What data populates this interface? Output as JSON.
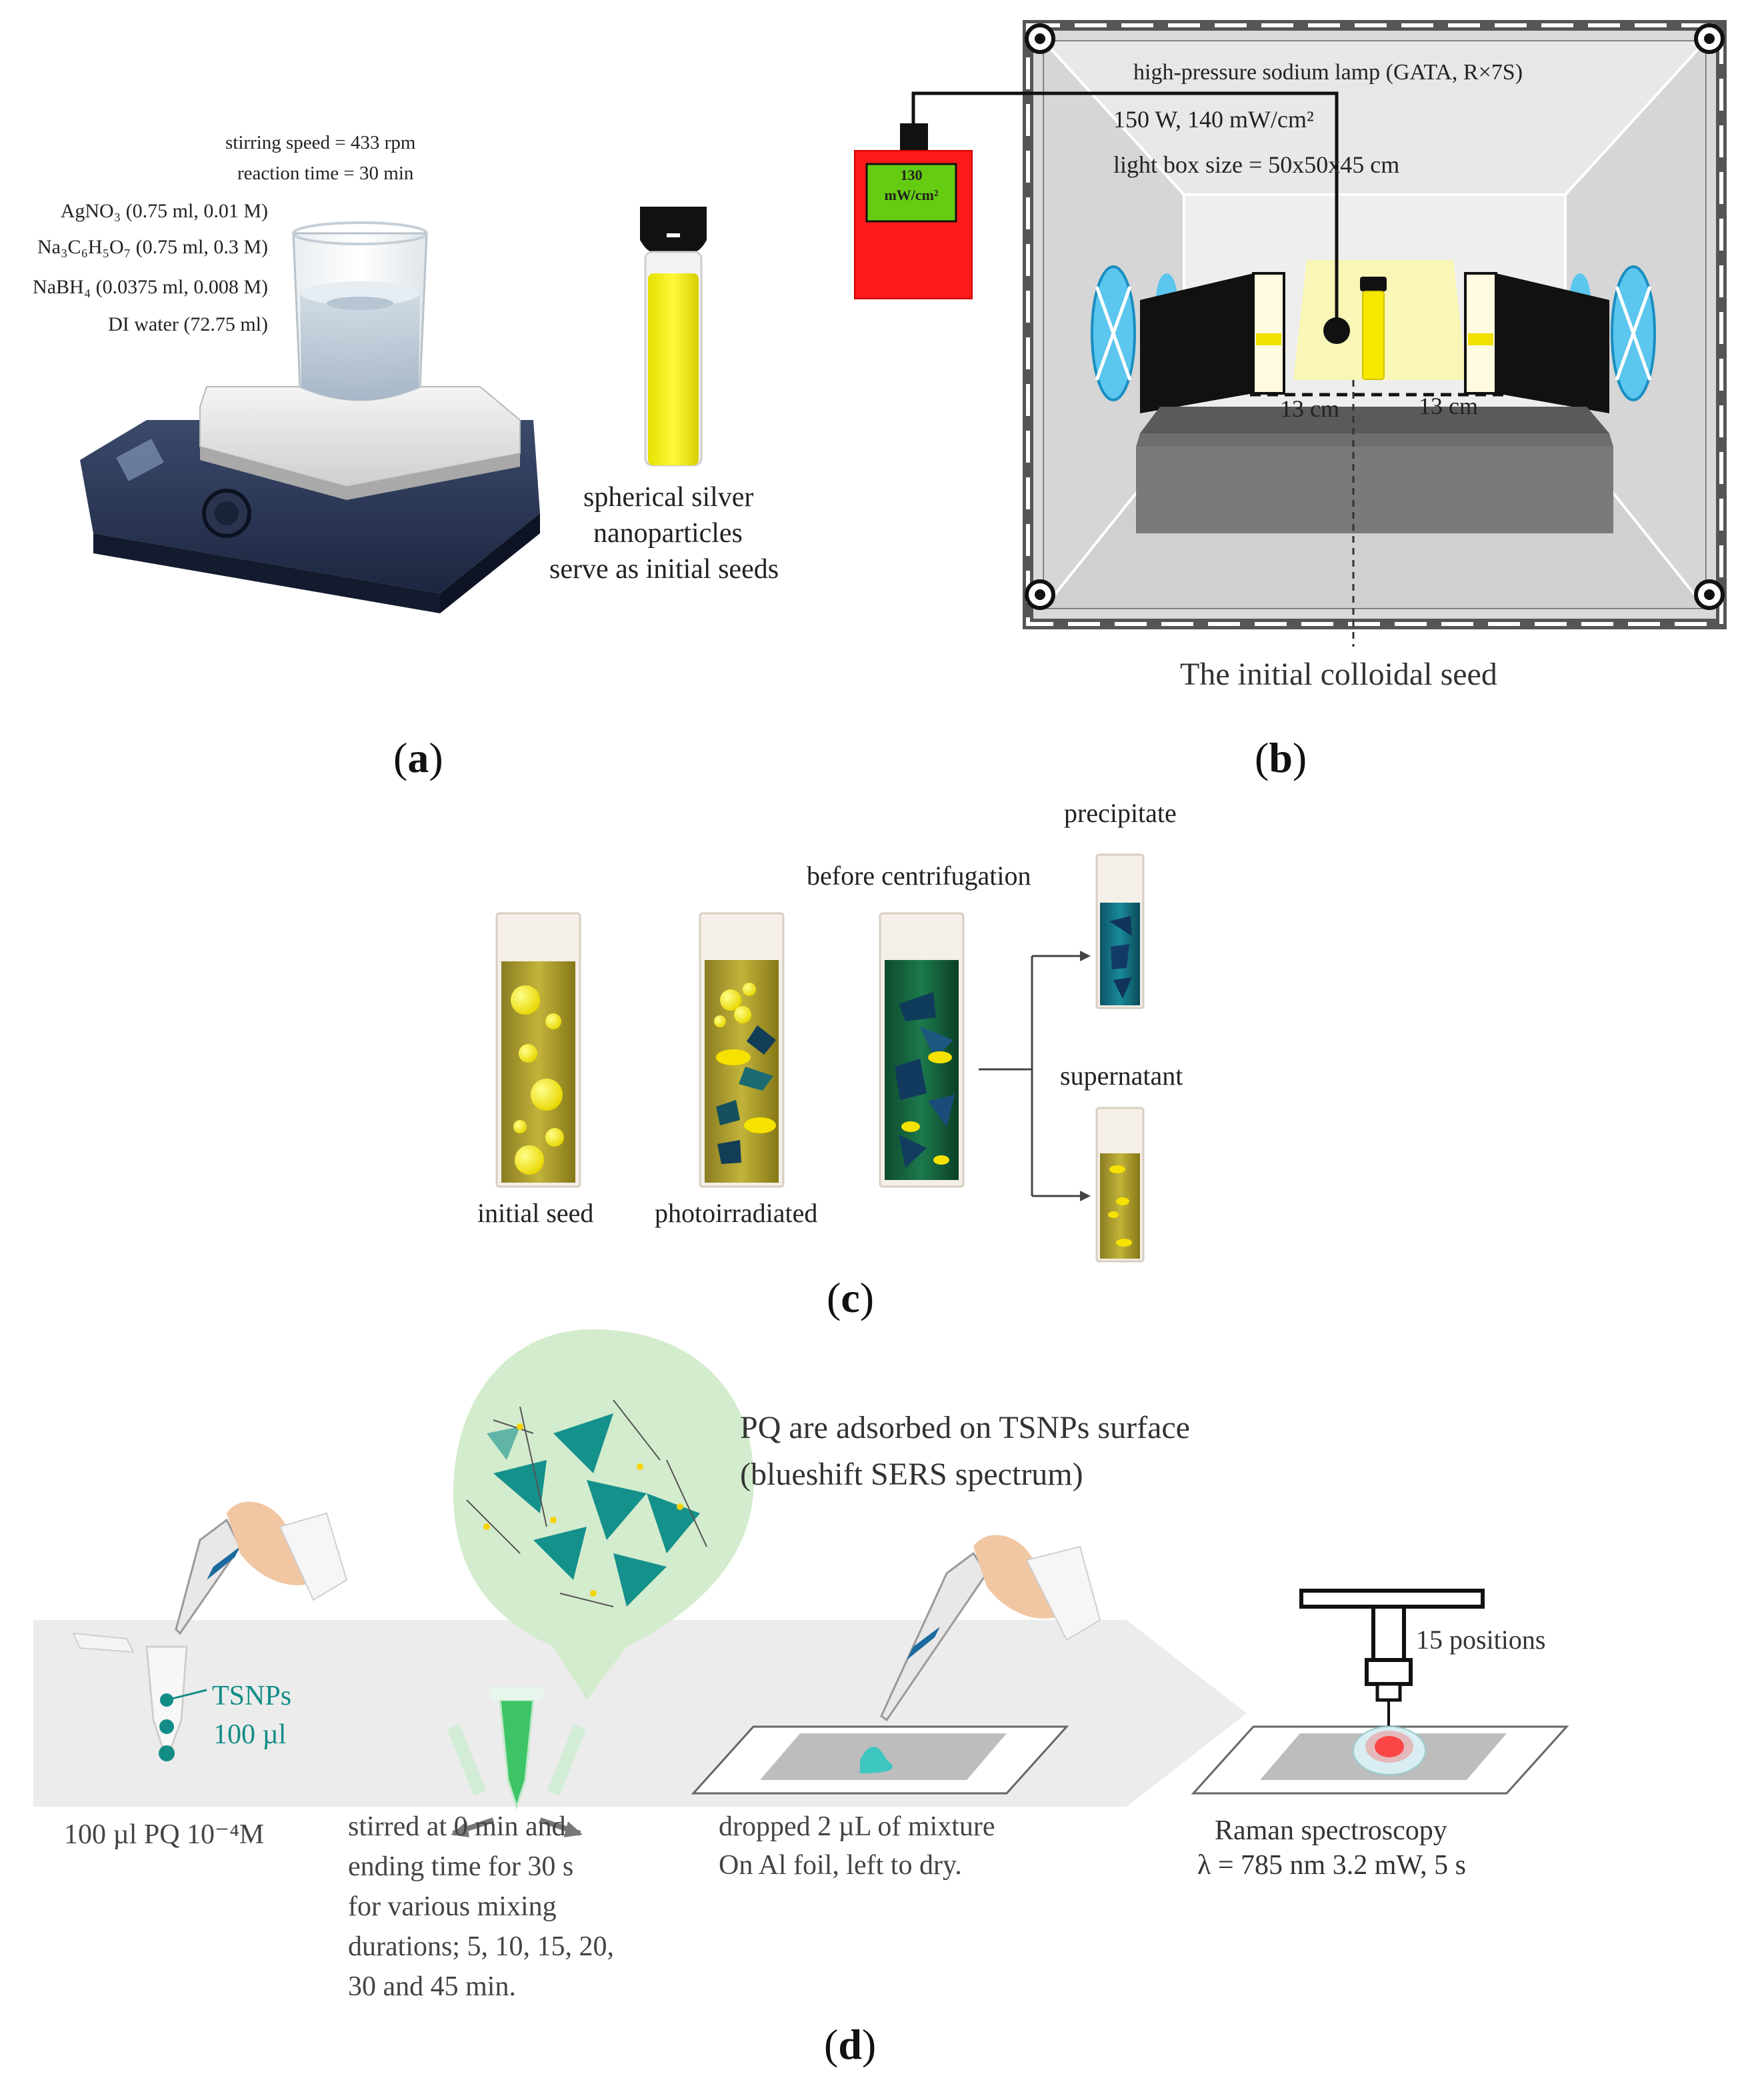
{
  "panel_a": {
    "label_paren_open": "(",
    "label": "a",
    "label_paren_close": ")",
    "stirring_speed": "stirring speed = 433 rpm",
    "reaction_time": "reaction time = 30 min",
    "reagents": [
      {
        "formula": "AgNO₃",
        "amount": "(0.75 ml, 0.01 M)"
      },
      {
        "formula": "Na₃C₆H₅O₇",
        "amount": "(0.75 ml, 0.3 M)"
      },
      {
        "formula": "NaBH₄",
        "amount": "(0.0375 ml, 0.008 M)"
      },
      {
        "formula": "DI water",
        "amount": "(72.75 ml)"
      }
    ],
    "vial_caption": [
      "spherical silver",
      "nanoparticles",
      "serve as initial seeds"
    ]
  },
  "panel_b": {
    "label_paren_open": "(",
    "label": "b",
    "label_paren_close": ")",
    "lamp": "high-pressure sodium lamp (GATA, R×7S)",
    "power": "150 W, 140 mW/cm²",
    "box_size": "light box size = 50x50x45 cm",
    "meter_reading": [
      "130",
      "mW/cm²"
    ],
    "distance_left": "13 cm",
    "distance_right": "13 cm",
    "seed_caption": "The initial colloidal seed"
  },
  "panel_c": {
    "label_paren_open": "(",
    "label": "c",
    "label_paren_close": ")",
    "initial_seed": "initial seed",
    "photoirradiated": "photoirradiated",
    "before_centrifugation": "before centrifugation",
    "precipitate": "precipitate",
    "supernatant": "supernatant"
  },
  "panel_d": {
    "label_paren_open": "(",
    "label": "d",
    "label_paren_close": ")",
    "bubble_text": [
      "PQ are adsorbed on TSNPs surface",
      "(blueshift SERS spectrum)"
    ],
    "tsnps": [
      "TSNPs",
      "100 µl"
    ],
    "pq": "100 µl PQ 10⁻⁴M",
    "stirred": [
      "stirred at 0 min and",
      "ending time for 30 s",
      "for various mixing",
      "durations; 5, 10, 15, 20,",
      "30 and 45 min."
    ],
    "dropped": [
      "dropped 2 µL of mixture",
      "On Al foil, left to dry."
    ],
    "positions": "15 positions",
    "raman": [
      "Raman spectroscopy",
      "λ = 785 nm 3.2 mW, 5 s"
    ]
  }
}
